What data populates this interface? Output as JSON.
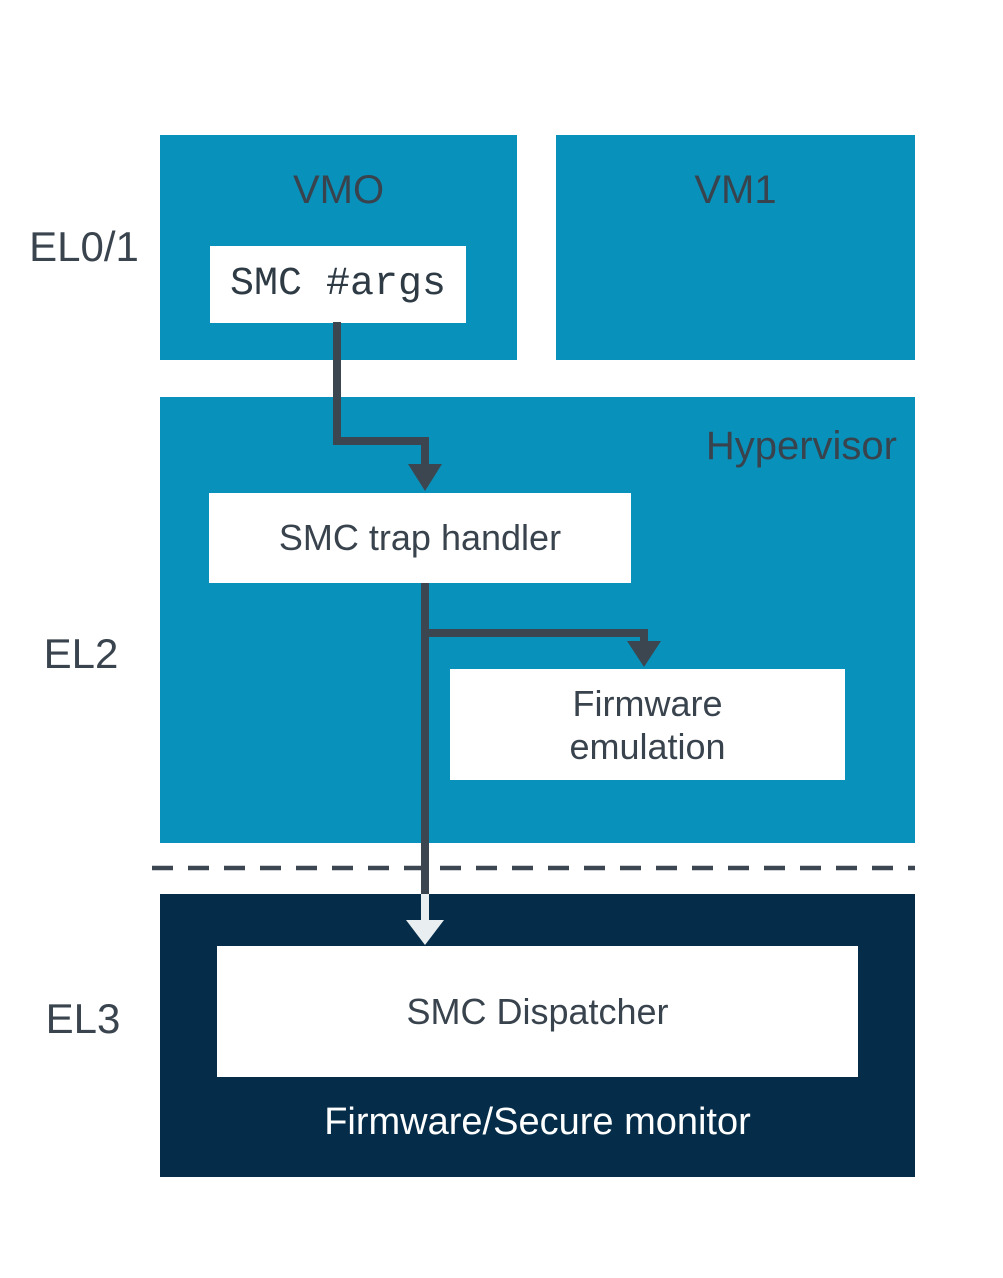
{
  "palette": {
    "teal": "#0892BB",
    "navy": "#052C48",
    "slate_arrow": "#3C4650",
    "text_dark": "#39434D",
    "light_arrow": "#E9EEF1",
    "background": "#FFFFFF"
  },
  "privilege_levels": {
    "el01": "EL0/1",
    "el2": "EL2",
    "el3": "EL3"
  },
  "vm0": {
    "title": "VMO",
    "smc_call": "SMC #args"
  },
  "vm1": {
    "title": "VM1"
  },
  "hypervisor": {
    "title": "Hypervisor",
    "trap_handler": "SMC trap handler",
    "firmware_emulation": "Firmware emulation"
  },
  "firmware_monitor": {
    "title": "Firmware/Secure monitor",
    "dispatcher": "SMC Dispatcher"
  }
}
